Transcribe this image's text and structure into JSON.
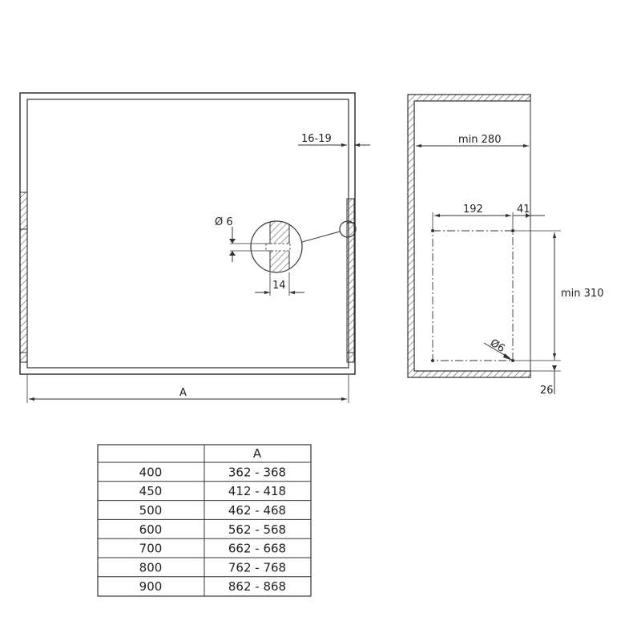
{
  "front_view": {
    "gap_label": "16-19",
    "hole_label": "Ø 6",
    "hole_offset_label": "14",
    "width_label": "A"
  },
  "side_view": {
    "depth_label": "min 280",
    "spacing_label": "192",
    "edge_offset_label": "41",
    "height_label": "min 310",
    "hole_label": "Ø6",
    "bottom_offset_label": "26"
  },
  "size_table": {
    "header": [
      "",
      "A"
    ],
    "rows": [
      [
        "400",
        "362 - 368"
      ],
      [
        "450",
        "412 - 418"
      ],
      [
        "500",
        "462 - 468"
      ],
      [
        "600",
        "562 - 568"
      ],
      [
        "700",
        "662 - 668"
      ],
      [
        "800",
        "762 - 768"
      ],
      [
        "900",
        "862 - 868"
      ]
    ]
  },
  "colors": {
    "line": "#333333",
    "hatch": "#555555",
    "text": "#222222"
  }
}
